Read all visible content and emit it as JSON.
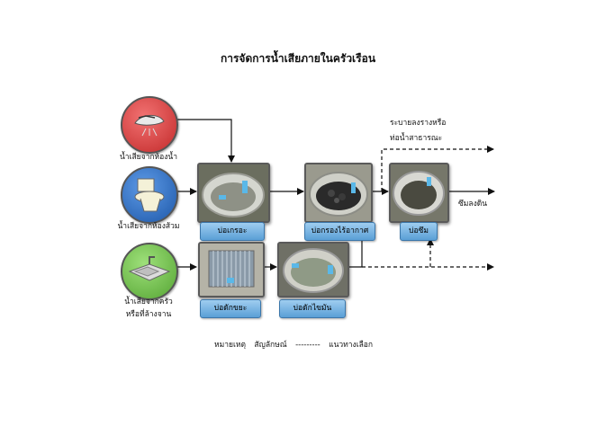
{
  "title": "การจัดการน้ำเสียภายในครัวเรือน",
  "sources": [
    {
      "label": "น้ำเสียจากห้องน้ำ",
      "icon": "shower-icon",
      "color": "#d94a4a"
    },
    {
      "label": "น้ำเสียจากห้องส้วม",
      "icon": "toilet-icon",
      "color": "#2f73c9"
    },
    {
      "label_line1": "น้ำเสียจากครัว",
      "label_line2": "หรือที่ล้างจาน",
      "icon": "sink-icon",
      "color": "#6fc24a"
    }
  ],
  "tanks": {
    "septic": "บ่อเกรอะ",
    "anaerobic_filter": "บ่อกรองไร้อากาศ",
    "seepage_pit": "บ่อซึม",
    "screen_trap": "บ่อดักขยะ",
    "grease_trap": "บ่อดักไขมัน"
  },
  "outputs": {
    "drain_line1": "ระบายลงรางหรือ",
    "drain_line2": "ท่อน้ำสาธารณะ",
    "infiltrate": "ซึมลงดิน"
  },
  "legend": {
    "prefix": "หมายเหตุ",
    "symbol": "สัญลักษณ์",
    "dashes": "---------",
    "meaning": "แนวทางเลือก"
  }
}
